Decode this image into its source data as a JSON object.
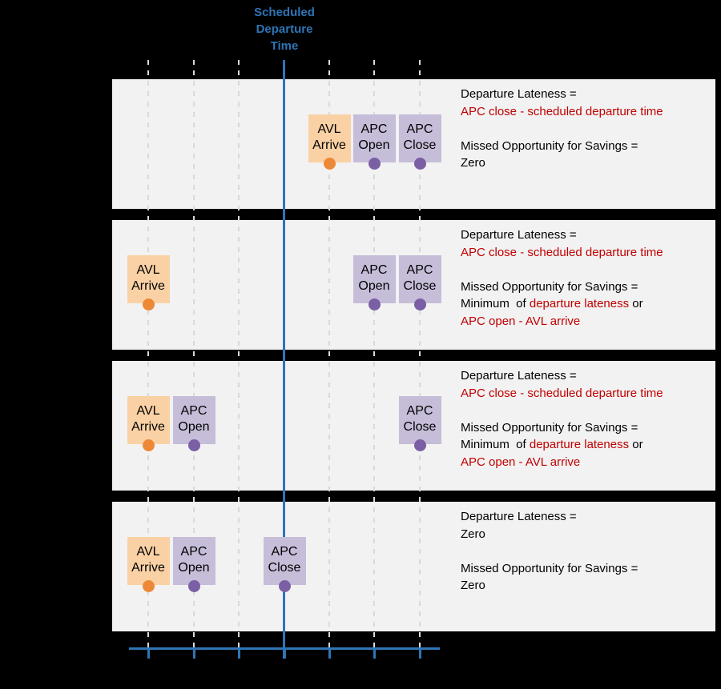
{
  "scheduled_departure": {
    "label": "Scheduled Departure Time",
    "lines": [
      "Scheduled",
      "Departure",
      "Time"
    ]
  },
  "colors": {
    "background": "#000000",
    "band_background": "#F2F2F2",
    "axis_blue": "#2E75B6",
    "label_blue": "#2E74B5",
    "highlight_red": "#C00000",
    "text_black": "#000000",
    "gridline_gray": "#D9D9D9",
    "avl_box": "#FAD1A4",
    "avl_dot": "#ED8936",
    "apc_box": "#C6BDD9",
    "apc_dot": "#7B5FA5"
  },
  "timeline": {
    "tick_count": 7,
    "scheduled_tick_index": 3
  },
  "scenarios": [
    {
      "events": [
        {
          "kind": "avl",
          "lines": [
            "AVL",
            "Arrive"
          ],
          "tick": 4
        },
        {
          "kind": "apc",
          "lines": [
            "APC",
            "Open"
          ],
          "tick": 5
        },
        {
          "kind": "apc",
          "lines": [
            "APC",
            "Close"
          ],
          "tick": 6
        }
      ],
      "text_lines": [
        [
          {
            "text": "Departure Lateness =",
            "color": "black"
          }
        ],
        [
          {
            "text": "APC close - scheduled departure time",
            "color": "red"
          }
        ],
        [],
        [
          {
            "text": "Missed Opportunity for Savings =",
            "color": "black"
          }
        ],
        [
          {
            "text": "Zero",
            "color": "black"
          }
        ]
      ]
    },
    {
      "events": [
        {
          "kind": "avl",
          "lines": [
            "AVL",
            "Arrive"
          ],
          "tick": 0
        },
        {
          "kind": "apc",
          "lines": [
            "APC",
            "Open"
          ],
          "tick": 5
        },
        {
          "kind": "apc",
          "lines": [
            "APC",
            "Close"
          ],
          "tick": 6
        }
      ],
      "text_lines": [
        [
          {
            "text": "Departure Lateness =",
            "color": "black"
          }
        ],
        [
          {
            "text": "APC close - scheduled departure time",
            "color": "red"
          }
        ],
        [],
        [
          {
            "text": "Missed Opportunity for Savings =",
            "color": "black"
          }
        ],
        [
          {
            "text": "Minimum  of ",
            "color": "black"
          },
          {
            "text": "departure lateness",
            "color": "red"
          },
          {
            "text": " or",
            "color": "black"
          }
        ],
        [
          {
            "text": "APC open - AVL arrive",
            "color": "red"
          }
        ]
      ]
    },
    {
      "events": [
        {
          "kind": "avl",
          "lines": [
            "AVL",
            "Arrive"
          ],
          "tick": 0
        },
        {
          "kind": "apc",
          "lines": [
            "APC",
            "Open"
          ],
          "tick": 1
        },
        {
          "kind": "apc",
          "lines": [
            "APC",
            "Close"
          ],
          "tick": 6
        }
      ],
      "text_lines": [
        [
          {
            "text": "Departure Lateness =",
            "color": "black"
          }
        ],
        [
          {
            "text": "APC close - scheduled departure time",
            "color": "red"
          }
        ],
        [],
        [
          {
            "text": "Missed Opportunity for Savings =",
            "color": "black"
          }
        ],
        [
          {
            "text": "Minimum  of ",
            "color": "black"
          },
          {
            "text": "departure lateness",
            "color": "red"
          },
          {
            "text": " or",
            "color": "black"
          }
        ],
        [
          {
            "text": "APC open - AVL arrive",
            "color": "red"
          }
        ]
      ]
    },
    {
      "events": [
        {
          "kind": "avl",
          "lines": [
            "AVL",
            "Arrive"
          ],
          "tick": 0
        },
        {
          "kind": "apc",
          "lines": [
            "APC",
            "Open"
          ],
          "tick": 1
        },
        {
          "kind": "apc",
          "lines": [
            "APC",
            "Close"
          ],
          "tick": 3
        }
      ],
      "text_lines": [
        [
          {
            "text": "Departure Lateness =",
            "color": "black"
          }
        ],
        [
          {
            "text": "Zero",
            "color": "black"
          }
        ],
        [],
        [
          {
            "text": "Missed Opportunity for Savings =",
            "color": "black"
          }
        ],
        [
          {
            "text": "Zero",
            "color": "black"
          }
        ]
      ]
    }
  ]
}
